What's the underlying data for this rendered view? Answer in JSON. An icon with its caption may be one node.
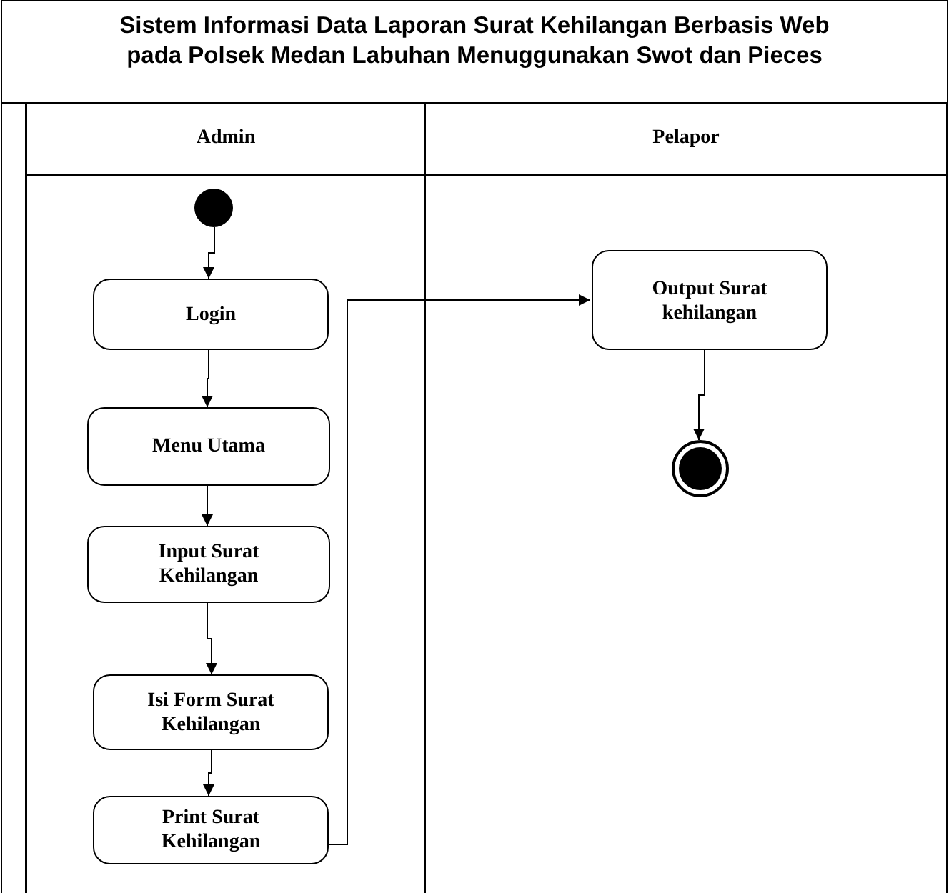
{
  "diagram": {
    "title": "Sistem Informasi Data Laporan Surat Kehilangan Berbasis Web pada Polsek Medan Labuhan Menuggunakan Swot dan Pieces",
    "nodes": [
      {
        "text": [
          "Admin"
        ]
      },
      {
        "text": [
          "Pelapor"
        ]
      },
      {
        "text": [],
        "shape": "circle",
        "in": 0
      },
      {
        "text": [
          "Login"
        ],
        "in": 0
      },
      {
        "text": [
          "Menu Utama"
        ],
        "in": 0
      },
      {
        "text": [
          "Input Surat Kehilangan"
        ],
        "in": 0
      },
      {
        "text": [
          "Isi Form Surat Kehilangan"
        ],
        "in": 0
      },
      {
        "text": [
          "Print Surat Kehilangan"
        ],
        "in": 0
      },
      {
        "text": [
          "Output Surat kehilangan"
        ],
        "in": 1
      },
      {
        "text": [],
        "shape": "circle",
        "in": 1
      }
    ],
    "edges": [
      {
        "from": 2,
        "to": 3,
        "arrow": "to"
      },
      {
        "from": 3,
        "to": 4,
        "arrow": "to"
      },
      {
        "from": 4,
        "to": 5,
        "arrow": "to"
      },
      {
        "from": 5,
        "to": 6,
        "arrow": "to"
      },
      {
        "from": 6,
        "to": 7,
        "arrow": "to"
      },
      {
        "from": 7,
        "to": 8,
        "arrow": "to"
      },
      {
        "from": 8,
        "to": 9,
        "arrow": "to"
      }
    ]
  }
}
